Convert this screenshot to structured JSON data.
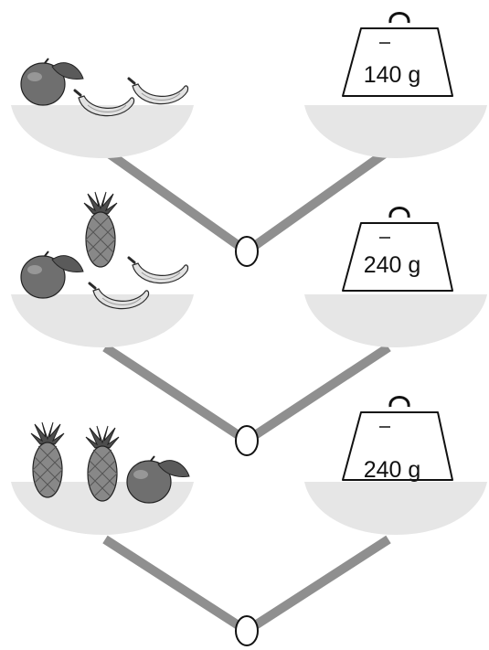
{
  "colors": {
    "pan": "#e6e6e6",
    "beam": "#8f8f8f",
    "outline": "#111111",
    "orange": "#6f6f6f",
    "banana": "#e2e2e2",
    "pineapple_body": "#888888",
    "pineapple_leaves": "#4d4d4d"
  },
  "scales": [
    {
      "left_pan": {
        "fruits": [
          "orange-icon",
          "banana-icon",
          "banana-icon"
        ]
      },
      "right_pan": {
        "weight_label": "140 g"
      },
      "pivot": {
        "answer": ""
      }
    },
    {
      "left_pan": {
        "fruits": [
          "pineapple-icon",
          "orange-icon",
          "banana-icon",
          "banana-icon"
        ]
      },
      "right_pan": {
        "weight_label": "240 g"
      },
      "pivot": {
        "answer": ""
      }
    },
    {
      "left_pan": {
        "fruits": [
          "pineapple-icon",
          "pineapple-icon",
          "orange-icon"
        ]
      },
      "right_pan": {
        "weight_label": "240 g"
      },
      "pivot": {
        "answer": ""
      }
    }
  ]
}
